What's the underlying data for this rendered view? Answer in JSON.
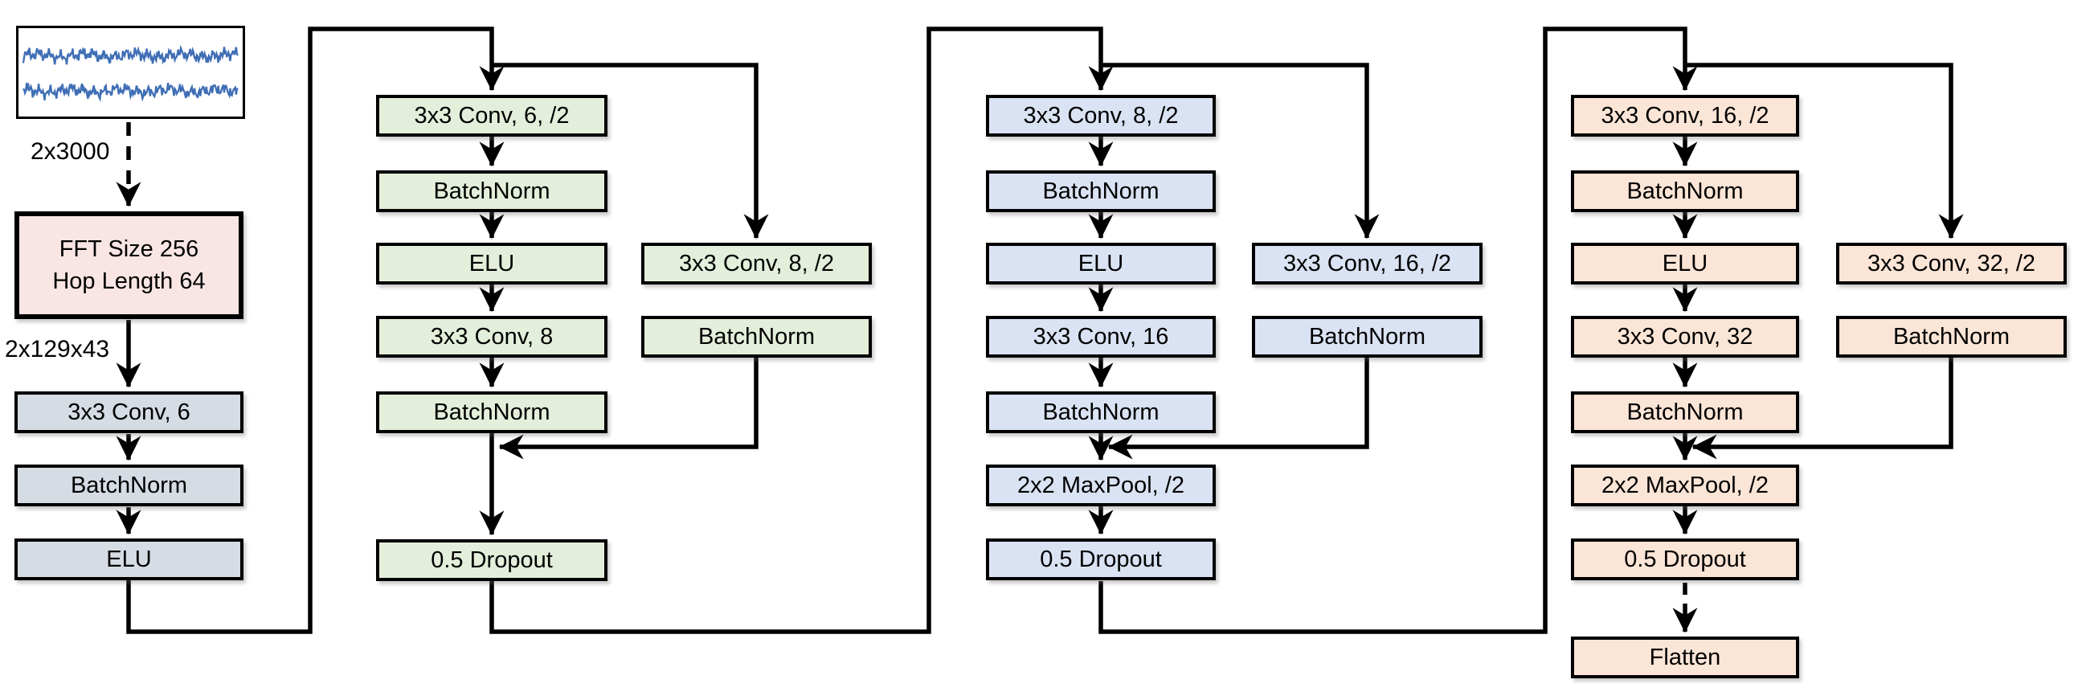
{
  "colors": {
    "stem": "#d6dce4",
    "block1": "#e3efda",
    "block2": "#dae3f3",
    "block3": "#fbe5d6",
    "stft": "#f9e6e4",
    "waveform": "#3f6eb5",
    "line": "#000000"
  },
  "input": {
    "label": "2x3000"
  },
  "stft": {
    "line1": "FFT Size 256",
    "line2": "Hop Length 64",
    "output_label": "2x129x43"
  },
  "stem": {
    "blocks": [
      "3x3 Conv, 6",
      "BatchNorm",
      "ELU"
    ]
  },
  "block1": {
    "main": [
      "3x3 Conv, 6, /2",
      "BatchNorm",
      "ELU",
      "3x3 Conv, 8",
      "BatchNorm",
      "0.5 Dropout"
    ],
    "shortcut": [
      "3x3 Conv, 8, /2",
      "BatchNorm"
    ]
  },
  "block2": {
    "main": [
      "3x3 Conv, 8, /2",
      "BatchNorm",
      "ELU",
      "3x3 Conv, 16",
      "BatchNorm",
      "2x2 MaxPool, /2",
      "0.5 Dropout"
    ],
    "shortcut": [
      "3x3 Conv, 16, /2",
      "BatchNorm"
    ]
  },
  "block3": {
    "main": [
      "3x3 Conv, 16, /2",
      "BatchNorm",
      "ELU",
      "3x3 Conv, 32",
      "BatchNorm",
      "2x2 MaxPool, /2",
      "0.5 Dropout",
      "Flatten"
    ],
    "shortcut": [
      "3x3 Conv, 32, /2",
      "BatchNorm"
    ]
  }
}
